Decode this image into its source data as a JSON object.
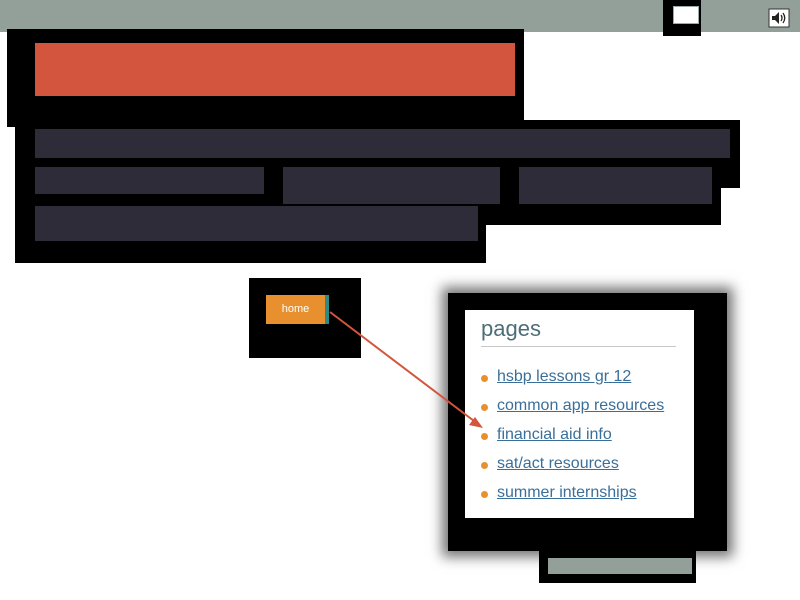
{
  "nav": {
    "home_label": "home"
  },
  "pages_panel": {
    "heading": "pages",
    "items": [
      {
        "label": "hsbp lessons gr 12"
      },
      {
        "label": "common app resources"
      },
      {
        "label": "financial aid info"
      },
      {
        "label": "sat/act resources"
      },
      {
        "label": "summer internships"
      }
    ]
  },
  "icons": {
    "sound": "speaker-icon",
    "bullet": "bullet-dot-icon"
  },
  "colors": {
    "topbar": "#93a099",
    "title_bar": "#d4553e",
    "nav_bar": "#2d2c38",
    "home_button": "#e8902e",
    "home_button_accent": "#2f8a86",
    "link": "#3a6f9a",
    "heading": "#4b6e78",
    "arrow": "#d4553e"
  }
}
